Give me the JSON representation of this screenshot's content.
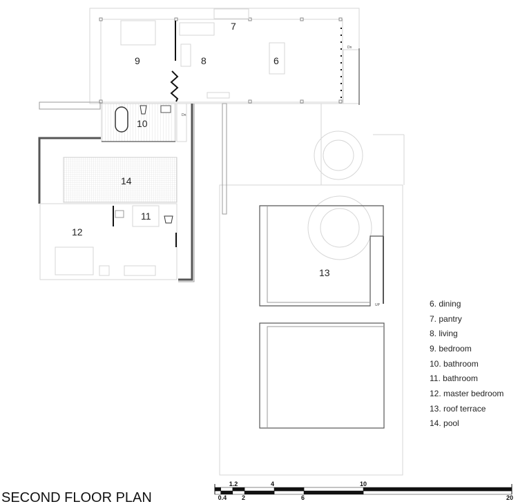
{
  "plan": {
    "title": "SECOND FLOOR PLAN",
    "rooms": [
      {
        "id": "6",
        "label": "6"
      },
      {
        "id": "7",
        "label": "7"
      },
      {
        "id": "8",
        "label": "8"
      },
      {
        "id": "9",
        "label": "9"
      },
      {
        "id": "10",
        "label": "10"
      },
      {
        "id": "11",
        "label": "11"
      },
      {
        "id": "12",
        "label": "12"
      },
      {
        "id": "13",
        "label": "13"
      },
      {
        "id": "14",
        "label": "14"
      }
    ],
    "stair_labels": {
      "dn_1": "Dn",
      "dn_2": "Dn",
      "up": "UP"
    }
  },
  "legend": [
    "6. dining",
    "7. pantry",
    "8. living",
    "9. bedroom",
    "10. bathroom",
    "11. bathroom",
    "12. master bedroom",
    "13. roof terrace",
    "14. pool"
  ],
  "scale_bar": {
    "unit_max": 20,
    "top_ticks": [
      "1.2",
      "4",
      "10"
    ],
    "bottom_ticks": [
      "0.4",
      "2",
      "6",
      "20"
    ],
    "breaks": [
      0,
      0.4,
      1.2,
      2,
      4,
      6,
      10,
      20
    ]
  }
}
